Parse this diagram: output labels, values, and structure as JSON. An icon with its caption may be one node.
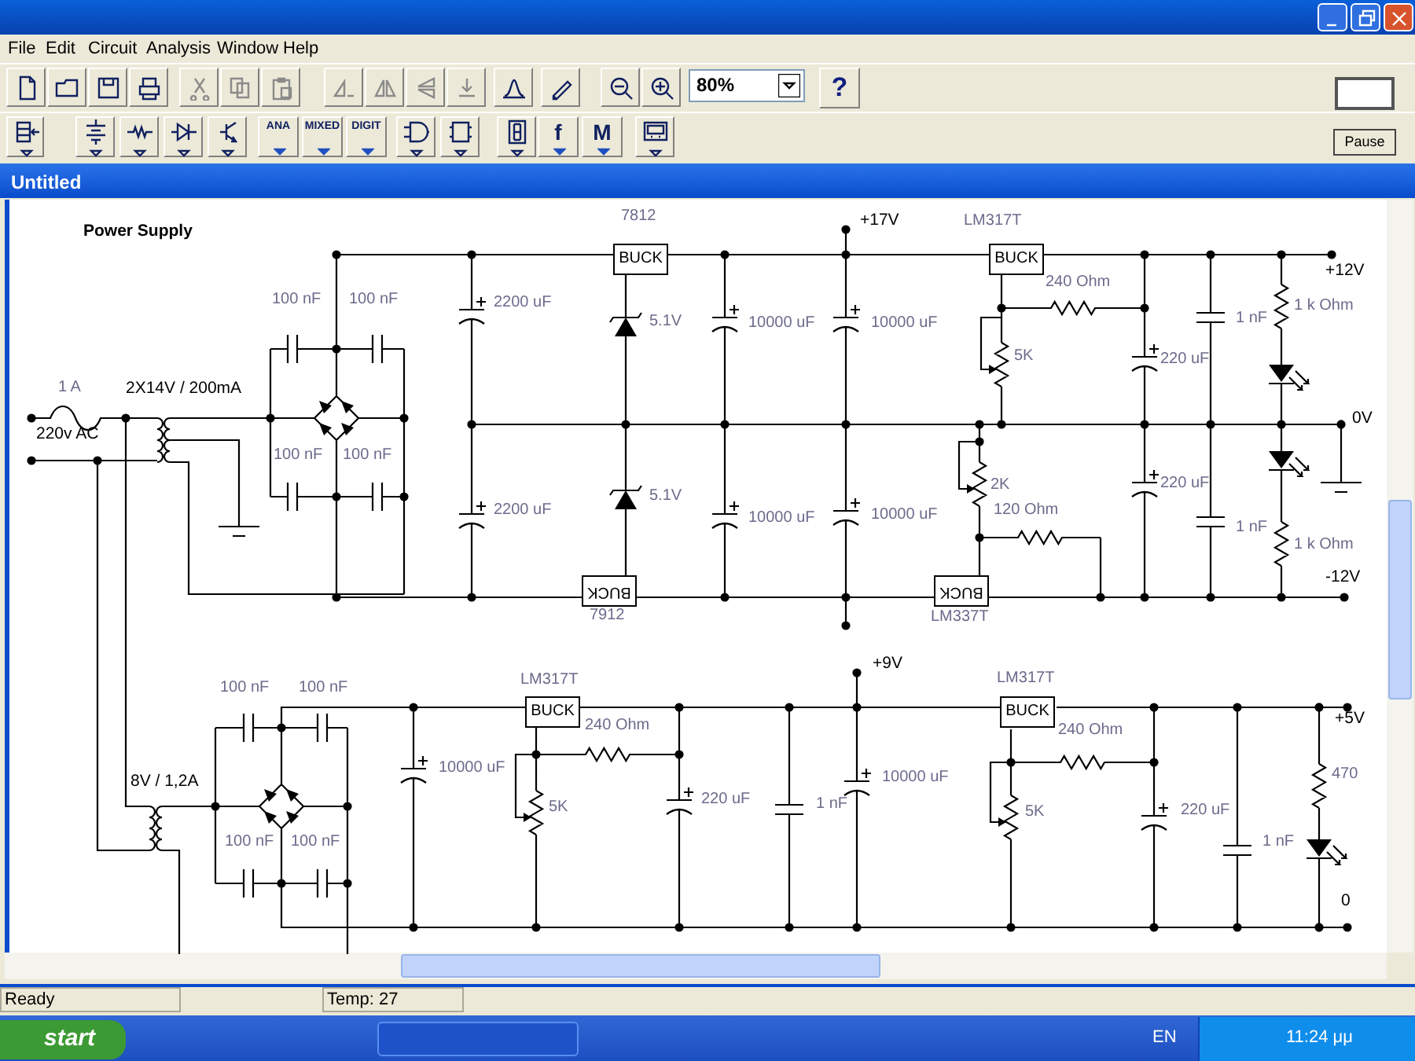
{
  "diagram": {
    "nodes": [
      {
        "text": [
          "BUCK"
        ],
        "beside": [
          "7812"
        ]
      },
      {
        "text": [
          "BUCK"
        ],
        "beside": [
          "LM317T"
        ]
      },
      {
        "text": [
          "BUCK"
        ],
        "beside": [
          "7912"
        ]
      },
      {
        "text": [
          "BUCK"
        ],
        "beside": [
          "LM337T"
        ]
      },
      {
        "text": [
          "BUCK"
        ],
        "beside": [
          "LM317T"
        ]
      },
      {
        "text": [
          "BUCK"
        ],
        "beside": [
          "LM317T"
        ]
      }
    ],
    "labels": [
      "File",
      "Edit",
      "Circuit",
      "Analysis",
      "Window",
      "Help",
      "80%",
      "?",
      "ANA",
      "MIXED",
      "DIGIT",
      "f",
      "M",
      "Pause",
      "Untitled",
      "Power Supply",
      "+17V",
      "100 nF",
      "100 nF",
      "2200 uF",
      "5.1V",
      "10000 uF",
      "10000 uF",
      "240 Ohm",
      "+12V",
      "1 nF",
      "1 k Ohm",
      "5K",
      "220 uF",
      "1 A",
      "2X14V / 200mA",
      "220v AC",
      "0V",
      "100 nF",
      "100 nF",
      "2K",
      "220 uF",
      "2200 uF",
      "5.1V",
      "10000 uF",
      "10000 uF",
      "120 Ohm",
      "1 nF",
      "1 k Ohm",
      "-12V",
      "+9V",
      "100 nF",
      "100 nF",
      "240 Ohm",
      "240 Ohm",
      "+5V",
      "8V / 1,2A",
      "10000 uF",
      "10000 uF",
      "470",
      "5K",
      "220 uF",
      "1 nF",
      "5K",
      "220 uF",
      "100 nF",
      "100 nF",
      "1 nF",
      "0",
      "Ready",
      "Temp: 27",
      "start",
      "EN",
      "11:24 μμ"
    ]
  }
}
